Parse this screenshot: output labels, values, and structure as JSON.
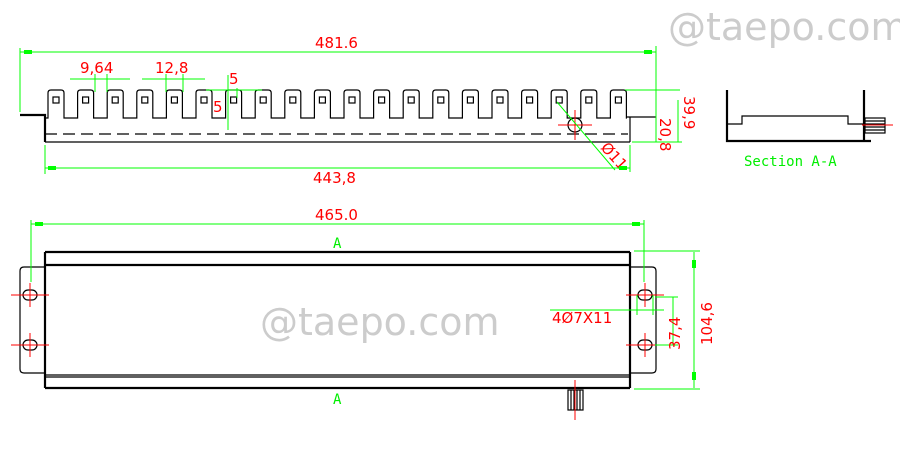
{
  "top_view": {
    "overall_width": "481.6",
    "tab_width": "9,64",
    "tab_pitch": "12,8",
    "slot_width": "5",
    "slot_depth": "5",
    "tab_height": "20,8",
    "total_height": "39,9",
    "hole_diameter": "Ø11",
    "body_width": "443,8",
    "tab_count": 20
  },
  "section": {
    "label": "Section A-A"
  },
  "bottom_view": {
    "overall_width": "465.0",
    "section_marker_top": "A",
    "section_marker_bottom": "A",
    "mount_holes": "4Ø7X11",
    "hole_spacing": "37,4",
    "height": "104,6"
  },
  "watermark": "@taepo.com",
  "colors": {
    "outline": "#000000",
    "dimension_line": "#00ff00",
    "dimension_text": "#ff0000",
    "centerline": "#ff0000"
  }
}
